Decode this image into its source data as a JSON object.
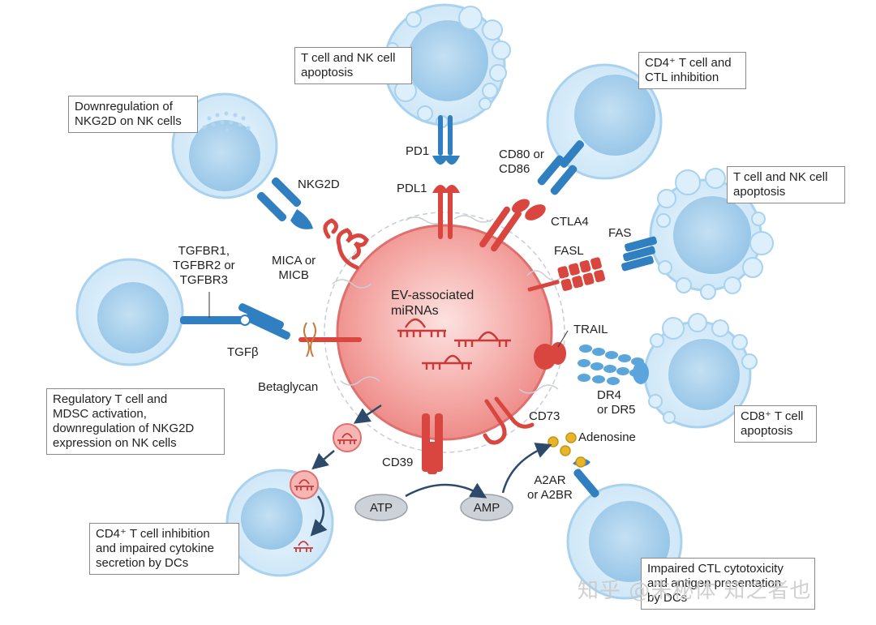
{
  "labels": {
    "t_nk_apoptosis_top": "T cell and NK cell\napoptosis",
    "cd4_ctl_inhibition": "CD4⁺ T cell and\nCTL inhibition",
    "nkg2d_downregulation": "Downregulation of\nNKG2D on NK cells",
    "t_nk_apoptosis_right": "T cell and NK cell\napoptosis",
    "regulatory_t_cell": "Regulatory T cell and\nMDSC activation,\ndownregulation of NKG2D\nexpression on NK cells",
    "cd8_apoptosis": "CD8⁺ T cell\napoptosis",
    "cd4_dc_inhibition": "CD4⁺ T cell inhibition\nand impaired cytokine\nsecretion by DCs",
    "ctl_impaired": "Impaired CTL cytotoxicity\nand antigen presentation\nby DCs"
  },
  "molecules": {
    "pd1": "PD1",
    "pdl1": "PDL1",
    "cd80_cd86": "CD80 or\nCD86",
    "ctla4": "CTLA4",
    "nkg2d": "NKG2D",
    "mica_micb": "MICA or\nMICB",
    "fas": "FAS",
    "fasl": "FASL",
    "tgfbr": "TGFBR1,\nTGFBR2 or\nTGFBR3",
    "tgfb": "TGFβ",
    "betaglycan": "Betaglycan",
    "trail": "TRAIL",
    "dr4_dr5": "DR4\nor DR5",
    "cd73": "CD73",
    "cd39": "CD39",
    "adenosine": "Adenosine",
    "a2ar_a2br": "A2AR\nor A2BR",
    "atp": "ATP",
    "amp": "AMP"
  },
  "ev": {
    "label": "EV-associated\nmiRNAs"
  },
  "watermark": "知乎 @朱秘体 知之者也",
  "colors": {
    "ev_fill": "#f39a98",
    "ev_center": "#fbd3d1",
    "receptor_red": "#d9463f",
    "receptor_blue": "#2f7fc1",
    "cell_membrane": "#c9e3f5",
    "cell_nucleus": "#a7cfec",
    "adenosine": "#e6b52a",
    "atp_amp": "#cdd1d8"
  }
}
